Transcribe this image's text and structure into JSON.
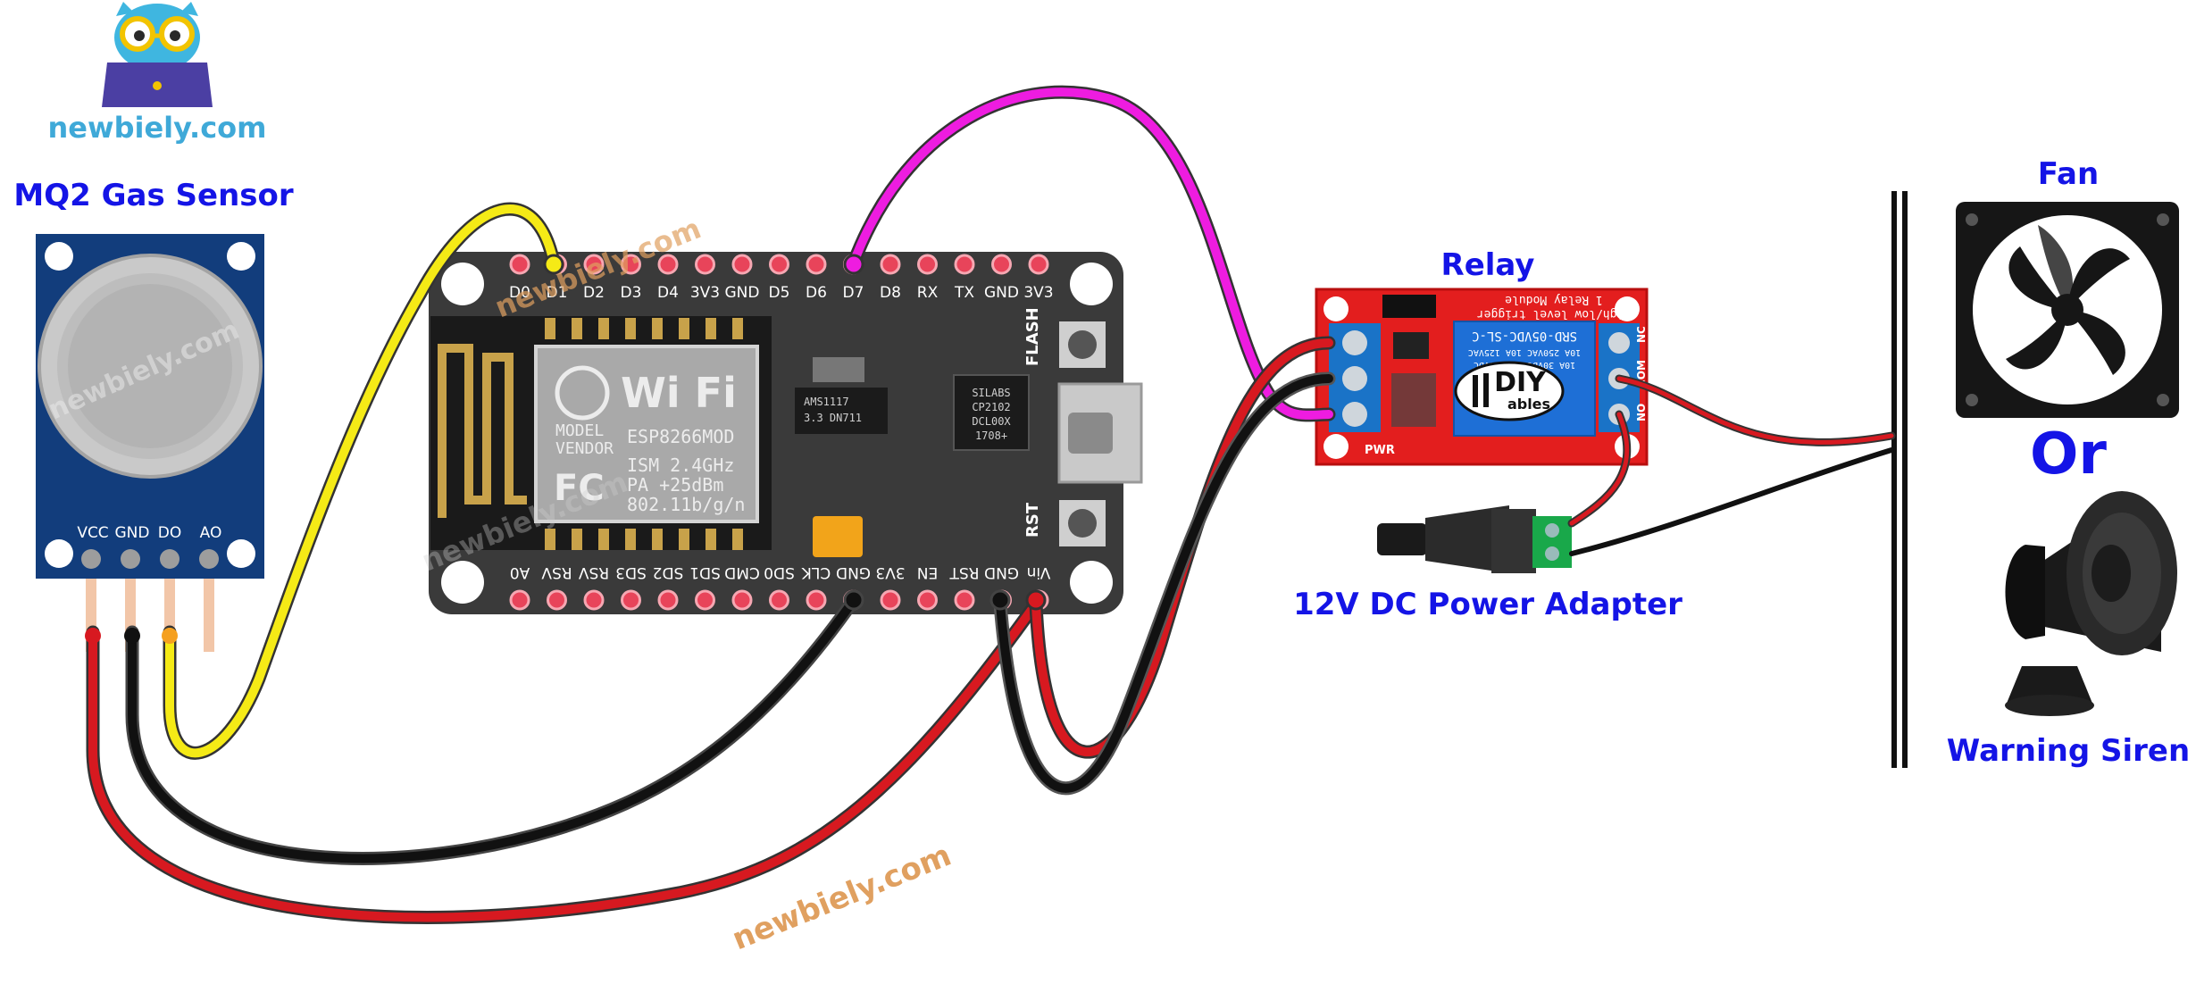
{
  "brand": {
    "name": "newbiely.com",
    "color": "#3fa9d8",
    "watermark_color": "#e0a060"
  },
  "labels": {
    "mq2": "MQ2 Gas Sensor",
    "relay": "Relay",
    "adapter": "12V DC Power Adapter",
    "fan": "Fan",
    "or": "Or",
    "siren": "Warning Siren"
  },
  "colors": {
    "label": "#1414e6",
    "wire_red": "#d71920",
    "wire_black": "#111111",
    "wire_yellow": "#f5ea16",
    "wire_magenta": "#ee1ce0"
  },
  "mq2_pins": [
    "VCC",
    "GND",
    "DO",
    "AO"
  ],
  "esp_top_pins": [
    "D0",
    "D1",
    "D2",
    "D3",
    "D4",
    "3V3",
    "GND",
    "D5",
    "D6",
    "D7",
    "D8",
    "RX",
    "TX",
    "GND",
    "3V3"
  ],
  "esp_bottom_pins": [
    "A0",
    "RSV",
    "RSV",
    "SD3",
    "SD2",
    "SD1",
    "CMD",
    "SD0",
    "CLK",
    "GND",
    "3V3",
    "EN",
    "RST",
    "GND",
    "Vin"
  ],
  "esp_module": {
    "wifi": "Wi Fi",
    "model": "MODEL",
    "vendor": "VENDOR",
    "module_name": "ESP8266MOD",
    "spec1": "ISM 2.4GHz",
    "spec2": "PA  +25dBm",
    "spec3": "802.11b/g/n",
    "fc": "FC",
    "flash": "FLASH",
    "rst": "RST",
    "regulator": "AMS1117",
    "regulator2": "3.3  DN711",
    "usb_chip1": "SILABS",
    "usb_chip2": "CP2102",
    "usb_chip3": "DCL00X",
    "usb_chip4": "1708+"
  },
  "relay_module": {
    "title1": "1 Relay Module",
    "title2": "high/low level trigger",
    "coil": "SRD-05VDC-SL-C",
    "rating1": "10A 250VAC  10A 125VAC",
    "rating2": "10A 30VDC  10A 28VDC",
    "logo_diy": "DIY",
    "logo_ables": "ables",
    "pwr": "PWR",
    "nc": "NC",
    "com": "COM",
    "no": "NO"
  }
}
